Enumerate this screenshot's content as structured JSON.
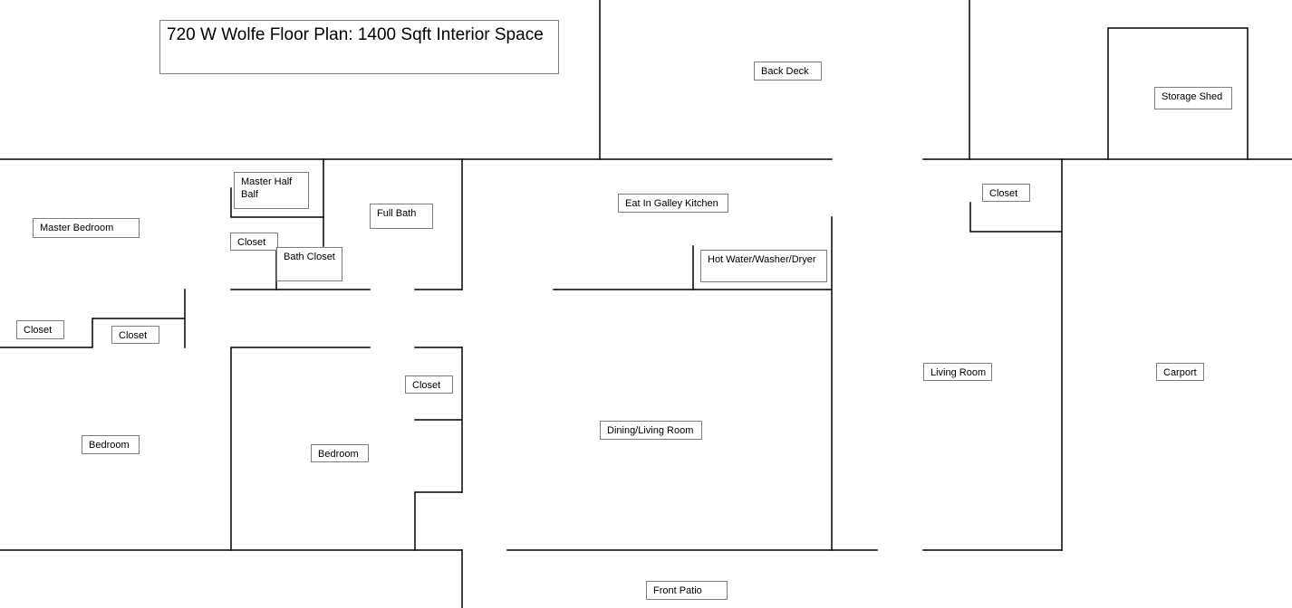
{
  "title": "720 W Wolfe Floor Plan: 1400 Sqft Interior Space",
  "rooms": {
    "back_deck": "Back Deck",
    "storage_shed": "Storage Shed",
    "master_half_bath": "Master Half Balf",
    "master_bedroom": "Master Bedroom",
    "master_closet": "Closet",
    "full_bath": "Full Bath",
    "bath_closet": "Bath Closet",
    "kitchen": "Eat In Galley Kitchen",
    "utility": "Hot Water/Washer/Dryer",
    "living_closet": "Closet",
    "closet_far_left": "Closet",
    "closet_left": "Closet",
    "hall_closet": "Closet",
    "bedroom_1": "Bedroom",
    "bedroom_2": "Bedroom",
    "dining_living": "Dining/Living Room",
    "living_room": "Living Room",
    "carport": "Carport",
    "front_patio": "Front Patio"
  }
}
